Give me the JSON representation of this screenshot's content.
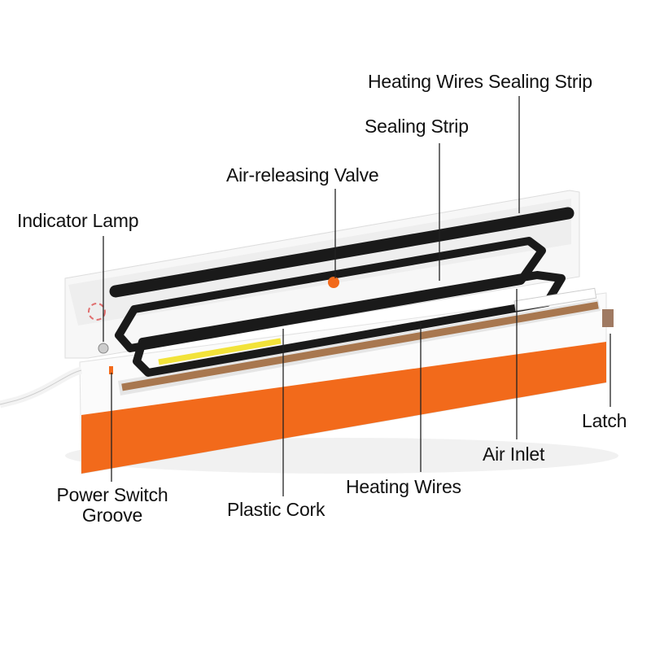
{
  "labels": {
    "heating_wires_sealing_strip": "Heating Wires Sealing Strip",
    "sealing_strip": "Sealing Strip",
    "air_releasing_valve": "Air-releasing Valve",
    "indicator_lamp": "Indicator Lamp",
    "latch": "Latch",
    "air_inlet": "Air Inlet",
    "power_switch_groove_line1": "Power Switch",
    "power_switch_groove_line2": "Groove",
    "plastic_cork": "Plastic Cork",
    "heating_wires": "Heating Wires"
  },
  "colors": {
    "accent_orange": "#f26a1b",
    "seal_black": "#1a1a1a",
    "heating_wire_brown": "#a8774f"
  }
}
